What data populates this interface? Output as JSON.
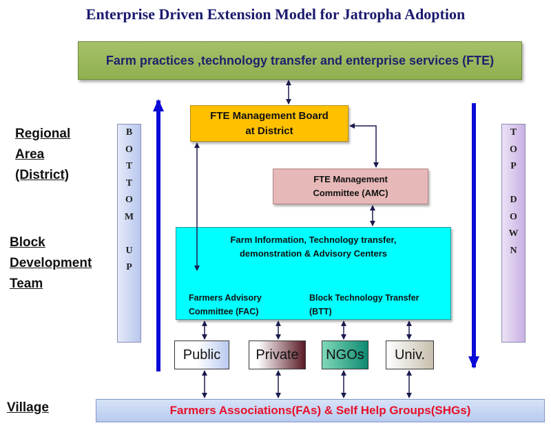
{
  "title": "Enterprise Driven Extension Model for Jatropha Adoption",
  "fte_banner": "Farm practices ,technology transfer and enterprise services (FTE)",
  "levels": {
    "regional": [
      "Regional",
      "Area",
      "(District)"
    ],
    "block": [
      "Block",
      "Development",
      "Team"
    ],
    "village": "Village"
  },
  "bottom_up": [
    "B",
    "O",
    "T",
    "T",
    "O",
    "M",
    "",
    "U",
    "P"
  ],
  "top_down": [
    "T",
    "O",
    "P",
    "",
    "D",
    "O",
    "W",
    "N"
  ],
  "board": [
    "FTE Management Board",
    "at District"
  ],
  "amc": [
    "FTE Management",
    "Committee (AMC)"
  ],
  "centers": {
    "title": [
      "Farm Information, Technology transfer,",
      "demonstration & Advisory Centers"
    ],
    "fac": [
      "Farmers Advisory",
      "Committee (FAC)"
    ],
    "btt": [
      "Block Technology Transfer",
      "(BTT)"
    ]
  },
  "orgs": [
    "Public",
    "Private",
    "NGOs",
    "Univ."
  ],
  "village_bar": "Farmers  Associations(FAs) & Self Help Groups(SHGs)",
  "colors": {
    "big_arrow": "#0a0ad8",
    "connector": "#1a1a4e",
    "village_text": "#e8102a",
    "board_fill": "#ffc000",
    "amc_fill": "#e6b8b7",
    "centers_fill": "#00ffff",
    "banner_fill": "#9bb95e"
  }
}
